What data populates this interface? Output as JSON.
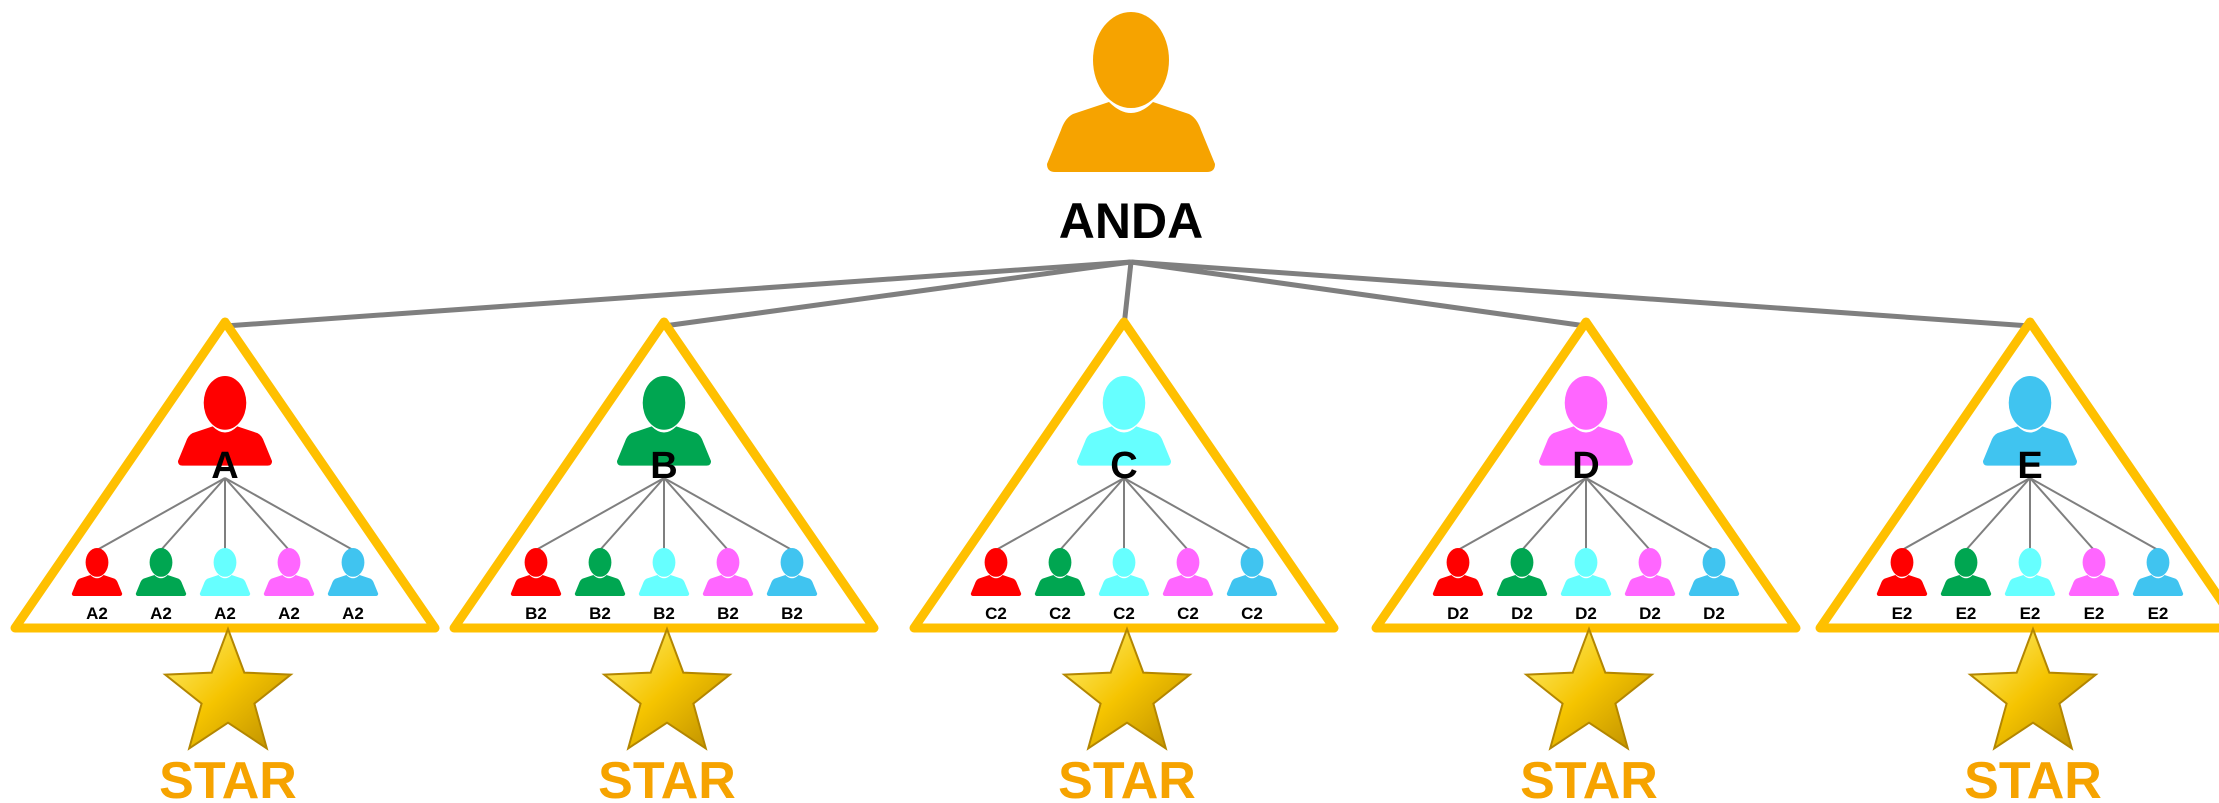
{
  "root": {
    "label": "ANDA",
    "color": "#F6A300"
  },
  "line_color": "#7F7F7F",
  "triangle_color": "#FFC000",
  "star_color": "#F5C400",
  "star_label_color": "#F6A300",
  "groups": [
    {
      "leader": "A",
      "color": "#FF0000",
      "members": [
        "A2",
        "A2",
        "A2",
        "A2",
        "A2"
      ],
      "star_label": "STAR"
    },
    {
      "leader": "B",
      "color": "#00A651",
      "members": [
        "B2",
        "B2",
        "B2",
        "B2",
        "B2"
      ],
      "star_label": "STAR"
    },
    {
      "leader": "C",
      "color": "#66FFFF",
      "members": [
        "C2",
        "C2",
        "C2",
        "C2",
        "C2"
      ],
      "star_label": "STAR"
    },
    {
      "leader": "D",
      "color": "#FF66FF",
      "members": [
        "D2",
        "D2",
        "D2",
        "D2",
        "D2"
      ],
      "star_label": "STAR"
    },
    {
      "leader": "E",
      "color": "#40C4F0",
      "members": [
        "E2",
        "E2",
        "E2",
        "E2",
        "E2"
      ],
      "star_label": "STAR"
    }
  ],
  "member_colors": [
    "#FF0000",
    "#00A651",
    "#66FFFF",
    "#FF66FF",
    "#40C4F0"
  ]
}
